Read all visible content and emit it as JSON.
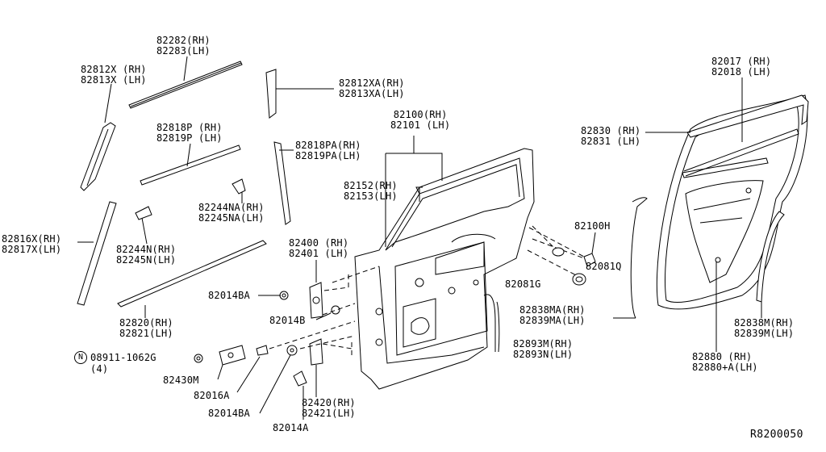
{
  "parts": {
    "molding_upper": {
      "rh": "82282(RH)",
      "lh": "82283(LH)"
    },
    "sash_front": {
      "rh": "82812X (RH)",
      "lh": "82813X (LH)"
    },
    "sash_rear": {
      "rh": "82812XA(RH)",
      "lh": "82813XA(LH)"
    },
    "molding_mid": {
      "rh": "82818P (RH)",
      "lh": "82819P (LH)"
    },
    "channel_rear": {
      "rh": "82818PA(RH)",
      "lh": "82819PA(LH)"
    },
    "clip_upper": {
      "rh": "82244NA(RH)",
      "lh": "82245NA(LH)"
    },
    "clip_lower": {
      "rh": "82244N(RH)",
      "lh": "82245N(LH)"
    },
    "seal_front": {
      "rh": "82816X(RH)",
      "lh": "82817X(LH)"
    },
    "molding_lower": {
      "rh": "82820(RH)",
      "lh": "82821(LH)"
    },
    "door_panel": {
      "rh": "82100(RH)",
      "lh": "82101 (LH)"
    },
    "door_sash": {
      "rh": "82152(RH)",
      "lh": "82153(LH)"
    },
    "hinge_upper": {
      "rh": "82400 (RH)",
      "lh": "82401 (LH)"
    },
    "hinge_lower": {
      "rh": "82420(RH)",
      "lh": "82421(LH)"
    },
    "bolt_ba_upper": "82014BA",
    "bolt_b": "82014B",
    "bolt_nut": {
      "code": "08911-1062G",
      "qty": "(4)",
      "symbol": "N"
    },
    "check_link": "82430M",
    "bolt_a_lower": "82016A",
    "bolt_ba_lower": "82014BA",
    "bolt_a": "82014A",
    "plug": "82100H",
    "grommet_1": "82081Q",
    "grommet_2": "82081G",
    "seal_inner": {
      "rh": "82838MA(RH)",
      "lh": "82839MA(LH)"
    },
    "seal_tape": {
      "rh": "82893M(RH)",
      "lh": "82893N(LH)"
    },
    "weatherstrip": {
      "rh": "82830 (RH)",
      "lh": "82831 (LH)"
    },
    "door_glass_run": {
      "rh": "82017 (RH)",
      "lh": "82018 (LH)"
    },
    "seal_outer": {
      "rh": "82838M(RH)",
      "lh": "82839M(LH)"
    },
    "inner_trim": {
      "rh": "82880 (RH)",
      "lh": "82880+A(LH)"
    }
  },
  "reference": "R8200050"
}
